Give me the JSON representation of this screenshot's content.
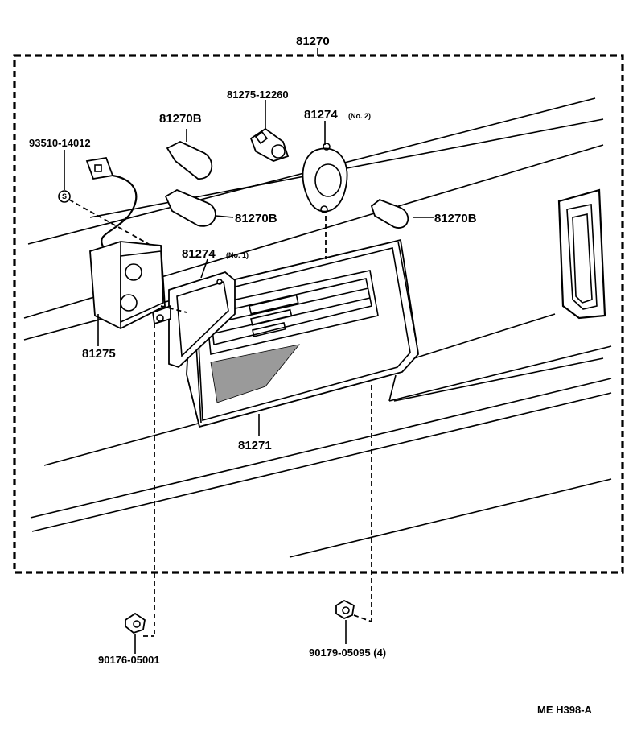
{
  "labels": {
    "assembly": "81270",
    "bulb_top_left": "81270B",
    "socket_bulb": "81275-12260",
    "gasket_no2_num": "81274",
    "gasket_no2_note": "(No. 2)",
    "clip_part": "93510-14012",
    "bulb_mid_left": "81270B",
    "bulb_right": "81270B",
    "gasket_no1_num": "81274",
    "gasket_no1_note": "(No. 1)",
    "socket_housing": "81275",
    "lens": "81271",
    "nut_left": "90176-05001",
    "nut_right": "90179-05095 (4)",
    "clip_symbol": "S",
    "code": "ME  H398-A"
  }
}
